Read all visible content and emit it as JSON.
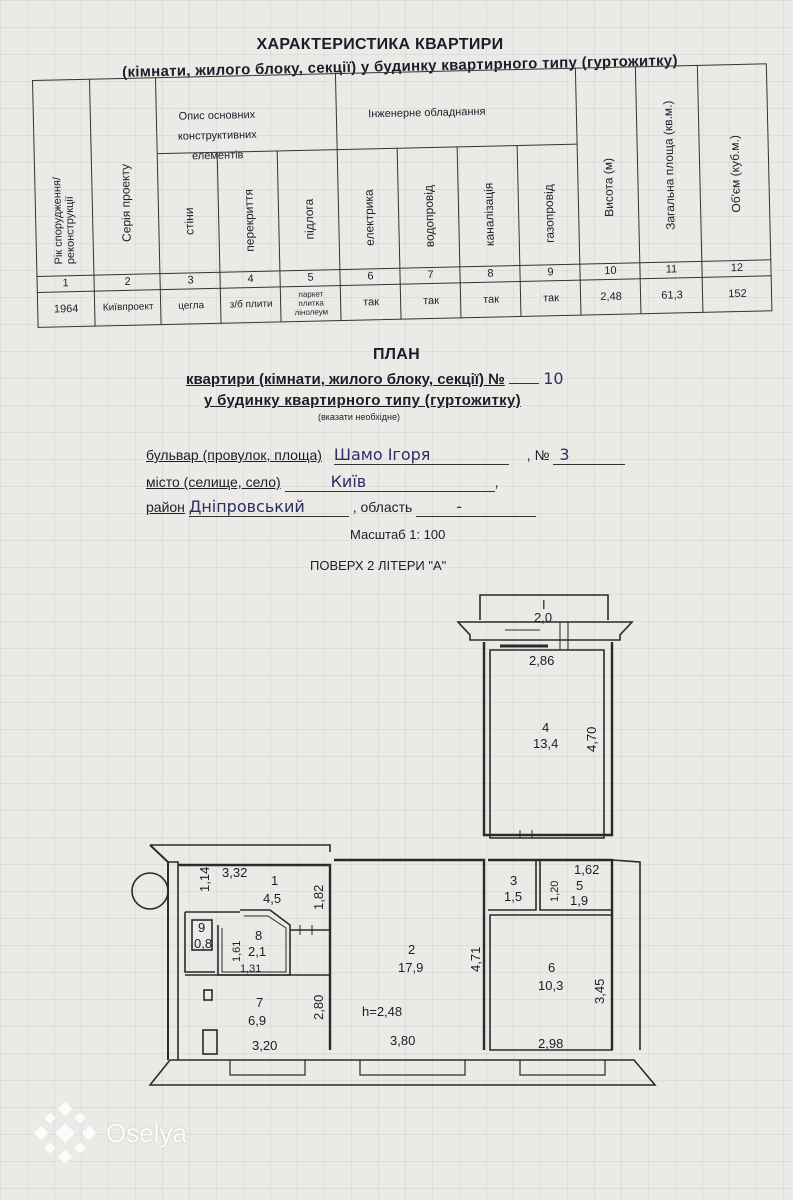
{
  "header": {
    "title": "ХАРАКТЕРИСТИКА КВАРТИРИ",
    "subtitle": "(кімнати, жилого блоку, секції) у будинку квартирного типу (гуртожитку)"
  },
  "table": {
    "col_headers": {
      "year": "Рік спорудження/ реконструкції",
      "series": "Серія проекту",
      "group_struct": "Опис основних конструктивних елементів",
      "walls": "стіни",
      "floors_slab": "перекриття",
      "floor": "підлога",
      "group_eng": "Інженерне обладнання",
      "electric": "електрика",
      "water": "водопровід",
      "sewer": "каналізація",
      "gas": "газопровід",
      "height": "Висота (м)",
      "total_area": "Загальна площа (кв.м.)",
      "volume": "Об'єм (куб.м.)"
    },
    "numbers": [
      "1",
      "2",
      "3",
      "4",
      "5",
      "6",
      "7",
      "8",
      "9",
      "10",
      "11",
      "12"
    ],
    "values": [
      "1964",
      "Київпроект",
      "цегла",
      "з/б плити",
      "паркет плитка лінолеум",
      "так",
      "так",
      "так",
      "так",
      "2,48",
      "61,3",
      "152"
    ]
  },
  "plan": {
    "title": "ПЛАН",
    "line1": "квартири (кімнати, жилого блоку, секції) №",
    "apt_no": "10",
    "line2": "у будинку квартирного типу (гуртожитку)",
    "note": "(вказати необхідне)",
    "street_label": "бульвар (провулок, площа)",
    "street_value": "Шамо Ігоря",
    "house_label": ", №",
    "house_value": "3",
    "city_label": "місто (селище, село)",
    "city_value": "Київ",
    "district_label": "район",
    "district_value": "Дніпровський",
    "region_label": ", область",
    "region_value": "-",
    "scale": "Масштаб 1: 100",
    "floor": "ПОВЕРХ 2 ЛІТЕРИ \"А\""
  },
  "floorplan": {
    "labels": {
      "balcony_no": "І",
      "balcony_area": "2,0",
      "r4_width": "2,86",
      "r4_no": "4",
      "r4_area": "13,4",
      "r4_len": "4,70",
      "r1_width": "3,32",
      "r1_dim": "1,14",
      "r1_no": "1",
      "r1_area": "4,5",
      "r1_len": "1,82",
      "r9_no": "9",
      "r9_area": "0,8",
      "r8_dim": "1,61",
      "r8_no": "8",
      "r8_area": "2,1",
      "r8_w": "1,31",
      "r7_no": "7",
      "r7_area": "6,9",
      "r7_len": "2,80",
      "r7_width": "3,20",
      "r2_no": "2",
      "r2_area": "17,9",
      "r2_len": "4,71",
      "r2_h": "h=2,48",
      "r2_width": "3,80",
      "r3_no": "3",
      "r3_area": "1,5",
      "r3_len": "1,20",
      "r5_w": "1,62",
      "r5_no": "5",
      "r5_area": "1,9",
      "r6_no": "6",
      "r6_area": "10,3",
      "r6_len": "3,45",
      "r6_width": "2,98"
    }
  },
  "watermark": {
    "brand": "Oselya"
  },
  "colors": {
    "ink": "#1b1d2a",
    "pen": "#2a2f63",
    "paper": "#eceae6"
  }
}
